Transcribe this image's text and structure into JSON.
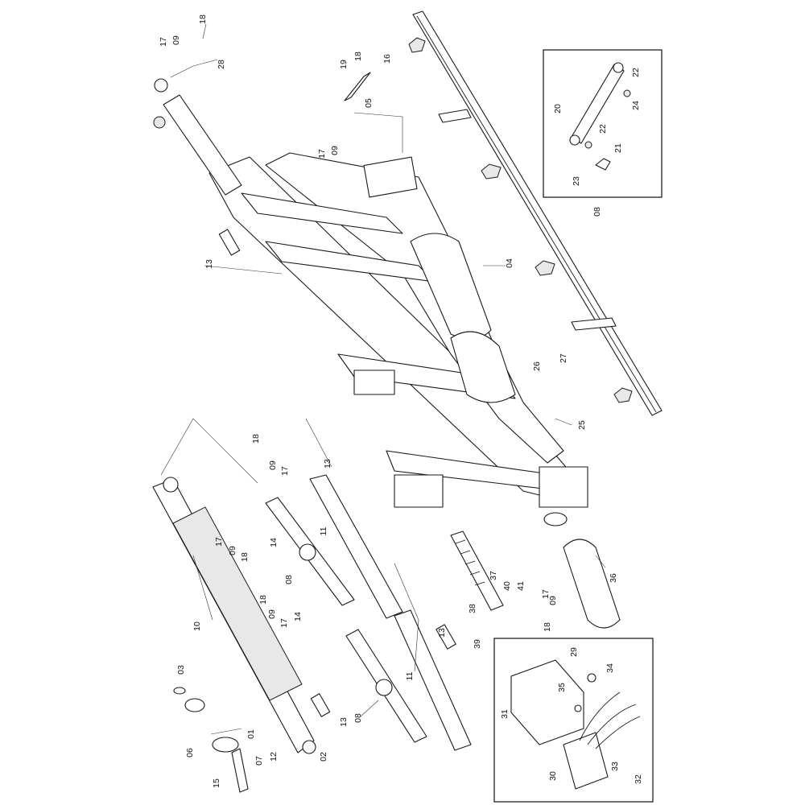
{
  "diagram": {
    "type": "exploded-parts-diagram",
    "callouts": [
      {
        "id": "c-18a",
        "label": "18"
      },
      {
        "id": "c-17a",
        "label": "17"
      },
      {
        "id": "c-09a",
        "label": "09"
      },
      {
        "id": "c-28",
        "label": "28"
      },
      {
        "id": "c-19",
        "label": "19"
      },
      {
        "id": "c-18b",
        "label": "18"
      },
      {
        "id": "c-16",
        "label": "16"
      },
      {
        "id": "c-05",
        "label": "05"
      },
      {
        "id": "c-17b",
        "label": "17"
      },
      {
        "id": "c-09b",
        "label": "09"
      },
      {
        "id": "c-13a",
        "label": "13"
      },
      {
        "id": "c-04",
        "label": "04"
      },
      {
        "id": "c-26",
        "label": "26"
      },
      {
        "id": "c-27",
        "label": "27"
      },
      {
        "id": "c-25",
        "label": "25"
      },
      {
        "id": "c-18c",
        "label": "18"
      },
      {
        "id": "c-13b",
        "label": "13"
      },
      {
        "id": "c-09c",
        "label": "09"
      },
      {
        "id": "c-17c",
        "label": "17"
      },
      {
        "id": "c-11a",
        "label": "11"
      },
      {
        "id": "c-17d",
        "label": "17"
      },
      {
        "id": "c-09d",
        "label": "09"
      },
      {
        "id": "c-18d",
        "label": "18"
      },
      {
        "id": "c-14a",
        "label": "14"
      },
      {
        "id": "c-08a",
        "label": "08"
      },
      {
        "id": "c-10",
        "label": "10"
      },
      {
        "id": "c-18e",
        "label": "18"
      },
      {
        "id": "c-09e",
        "label": "09"
      },
      {
        "id": "c-17e",
        "label": "17"
      },
      {
        "id": "c-14b",
        "label": "14"
      },
      {
        "id": "c-03",
        "label": "03"
      },
      {
        "id": "c-37",
        "label": "37"
      },
      {
        "id": "c-40",
        "label": "40"
      },
      {
        "id": "c-41",
        "label": "41"
      },
      {
        "id": "c-17f",
        "label": "17"
      },
      {
        "id": "c-09f",
        "label": "09"
      },
      {
        "id": "c-38",
        "label": "38"
      },
      {
        "id": "c-39",
        "label": "39"
      },
      {
        "id": "c-18f",
        "label": "18"
      },
      {
        "id": "c-13c",
        "label": "13"
      },
      {
        "id": "c-11b",
        "label": "11"
      },
      {
        "id": "c-36",
        "label": "36"
      },
      {
        "id": "c-08b",
        "label": "08"
      },
      {
        "id": "c-13d",
        "label": "13"
      },
      {
        "id": "c-01",
        "label": "01"
      },
      {
        "id": "c-06",
        "label": "06"
      },
      {
        "id": "c-07",
        "label": "07"
      },
      {
        "id": "c-12",
        "label": "12"
      },
      {
        "id": "c-02",
        "label": "02"
      },
      {
        "id": "c-15",
        "label": "15"
      }
    ],
    "inset_cylinder": {
      "callouts": [
        {
          "id": "i-22a",
          "label": "22"
        },
        {
          "id": "i-24",
          "label": "24"
        },
        {
          "id": "i-20",
          "label": "20"
        },
        {
          "id": "i-22b",
          "label": "22"
        },
        {
          "id": "i-21",
          "label": "21"
        },
        {
          "id": "i-23",
          "label": "23"
        }
      ],
      "ref_label": "08"
    },
    "inset_control": {
      "callouts": [
        {
          "id": "k-29",
          "label": "29"
        },
        {
          "id": "k-34",
          "label": "34"
        },
        {
          "id": "k-35",
          "label": "35"
        },
        {
          "id": "k-31",
          "label": "31"
        },
        {
          "id": "k-30",
          "label": "30"
        },
        {
          "id": "k-33",
          "label": "33"
        },
        {
          "id": "k-32",
          "label": "32"
        }
      ]
    }
  }
}
